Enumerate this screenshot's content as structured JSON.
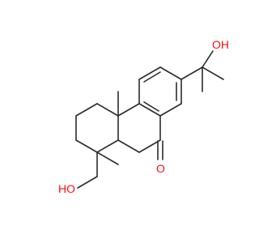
{
  "structure": {
    "atoms": {
      "hydroxyl_top": "OH",
      "ketone": "O",
      "hydroxyl_left": "HO"
    },
    "colors": {
      "bond": "#2b2b2b",
      "oxygen": "#ff0d0d",
      "background": "#ffffff"
    }
  }
}
